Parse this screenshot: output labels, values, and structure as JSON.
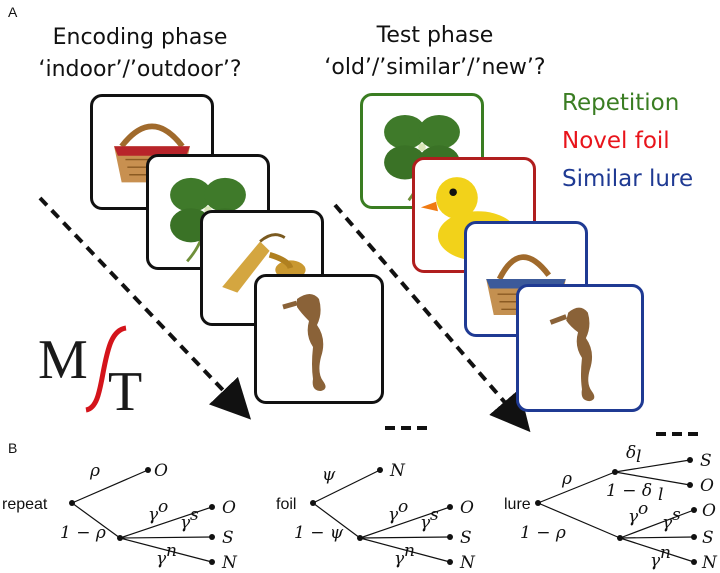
{
  "panel_a_label": "A",
  "panel_b_label": "B",
  "encoding": {
    "title": "Encoding phase",
    "question": "‘indoor’/’outdoor’?"
  },
  "test": {
    "title": "Test phase",
    "question": "‘old’/’similar’/’new’?"
  },
  "legend": [
    {
      "label": "Repetition",
      "color": "#3a7d22"
    },
    {
      "label": "Novel foil",
      "color": "#e8141b"
    },
    {
      "label": "Similar lure",
      "color": "#1f3a93"
    }
  ],
  "encoding_cards": [
    {
      "icon": "picnic-basket-icon",
      "border": "#111111"
    },
    {
      "icon": "four-leaf-clover-icon",
      "border": "#111111"
    },
    {
      "icon": "saxophone-icon",
      "border": "#111111"
    },
    {
      "icon": "seahorse-icon",
      "border": "#111111"
    }
  ],
  "test_cards": [
    {
      "icon": "four-leaf-clover-icon",
      "border": "#3a7d22"
    },
    {
      "icon": "rubber-duck-icon",
      "border": "#b01e1e"
    },
    {
      "icon": "picnic-basket-icon",
      "border": "#1f3a93"
    },
    {
      "icon": "seahorse-icon",
      "border": "#1f3a93"
    }
  ],
  "logo": {
    "left": "M",
    "right": "T",
    "slash_color": "#d4141b"
  },
  "trees": {
    "repeat": {
      "root": "repeat",
      "upper_prob": "ρ",
      "upper_leaf": "O",
      "lower_prob": "1 − ρ",
      "gamma_o": "γ",
      "gamma_o_sup": "o",
      "gamma_s": "γ",
      "gamma_s_sup": "s",
      "gamma_n": "γ",
      "gamma_n_sup": "n",
      "leaves": [
        "O",
        "S",
        "N"
      ]
    },
    "foil": {
      "root": "foil",
      "upper_prob": "ψ",
      "upper_leaf": "N",
      "lower_prob": "1 − ψ",
      "gamma_o": "γ",
      "gamma_o_sup": "o",
      "gamma_s": "γ",
      "gamma_s_sup": "s",
      "gamma_n": "γ",
      "gamma_n_sup": "n",
      "leaves": [
        "O",
        "S",
        "N"
      ]
    },
    "lure": {
      "root": "lure",
      "upper_prob": "ρ",
      "lower_prob": "1 − ρ",
      "delta": "δ",
      "delta_sub": "l",
      "one_minus_delta": "1 − δ",
      "one_minus_delta_sub": "l",
      "delta_leaves": [
        "S",
        "O"
      ],
      "gamma_o": "γ",
      "gamma_o_sup": "o",
      "gamma_s": "γ",
      "gamma_s_sup": "s",
      "gamma_n": "γ",
      "gamma_n_sup": "n",
      "leaves": [
        "O",
        "S",
        "N"
      ]
    }
  }
}
